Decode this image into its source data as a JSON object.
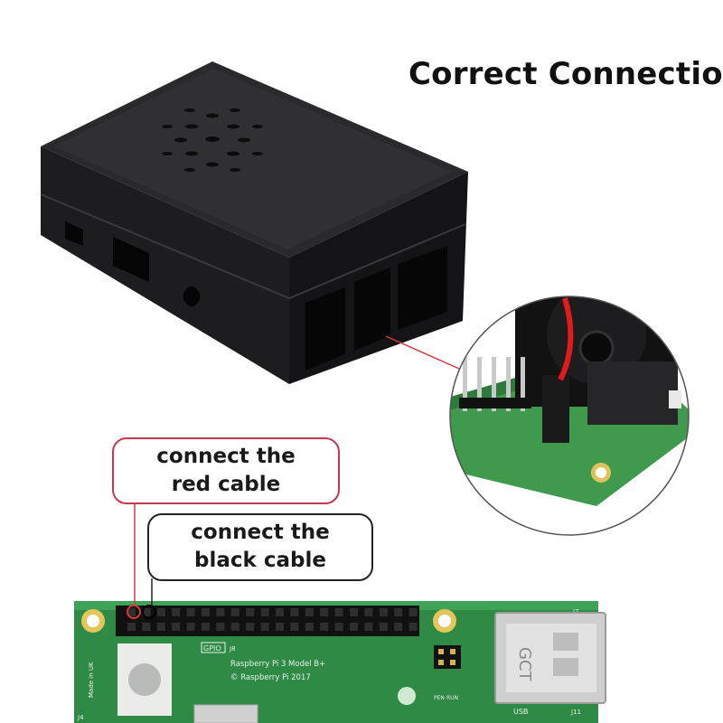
{
  "title": "Correct Connection",
  "callouts": {
    "red": {
      "line1": "connect the",
      "line2": "red cable",
      "border_color": "#c23a4b"
    },
    "black": {
      "line1": "connect the",
      "line2": "black cable",
      "border_color": "#222222"
    }
  },
  "board_labels": {
    "gpio": "GPIO",
    "j8": "J8",
    "model": "Raspberry Pi 3 Model B+",
    "copyright": "© Raspberry Pi 2017",
    "made_in": "Made in UK",
    "usb": "USB",
    "gct": "GCT",
    "j11": "J11",
    "j4": "J4",
    "pen": "PEN",
    "run": "RUN",
    "j7": "J7"
  },
  "colors": {
    "case": "#1b1b1d",
    "board": "#2f8a45",
    "board_light": "#4caf5a",
    "red_wire": "#e11b1b",
    "leader_line": "#d23a3a"
  }
}
